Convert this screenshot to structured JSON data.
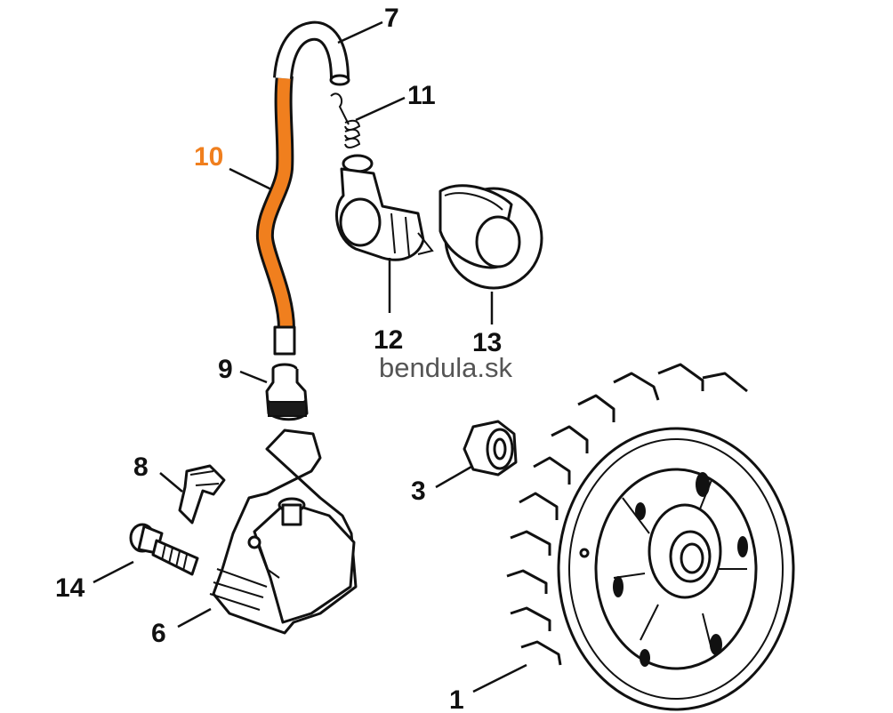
{
  "watermark": "bendula.sk",
  "highlight_color": "#f07f1e",
  "callouts": {
    "c1": "1",
    "c3": "3",
    "c6": "6",
    "c7": "7",
    "c8": "8",
    "c9": "9",
    "c10": "10",
    "c11": "11",
    "c12": "12",
    "c13": "13",
    "c14": "14"
  }
}
